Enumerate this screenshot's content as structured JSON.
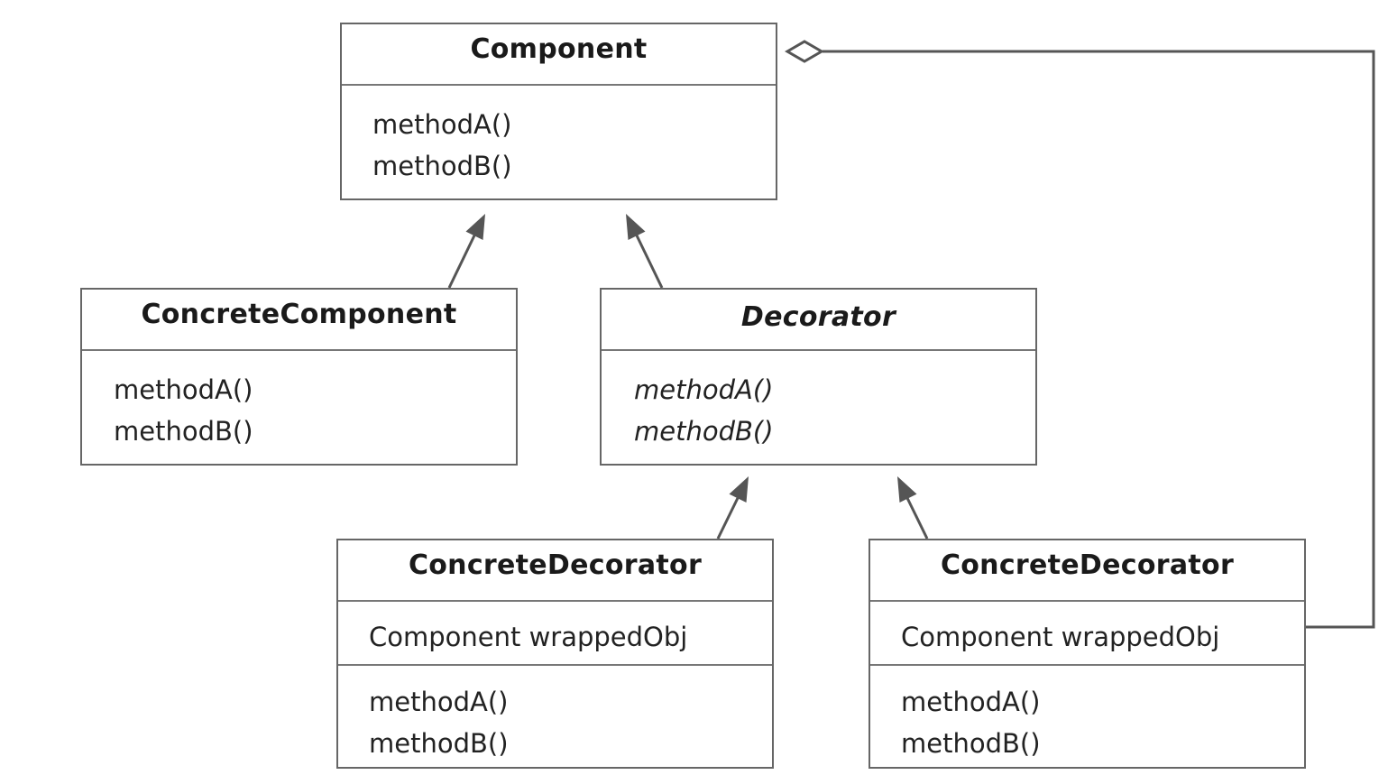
{
  "classes": {
    "component": {
      "name": "Component",
      "methods": [
        "methodA()",
        "methodB()"
      ]
    },
    "concrete_component": {
      "name": "ConcreteComponent",
      "methods": [
        "methodA()",
        "methodB()"
      ]
    },
    "decorator": {
      "name": "Decorator",
      "abstract": true,
      "methods": [
        "methodA()",
        "methodB()"
      ]
    },
    "concrete_decorator_a": {
      "name": "ConcreteDecorator",
      "attributes": [
        "Component wrappedObj"
      ],
      "methods": [
        "methodA()",
        "methodB()"
      ]
    },
    "concrete_decorator_b": {
      "name": "ConcreteDecorator",
      "attributes": [
        "Component wrappedObj"
      ],
      "methods": [
        "methodA()",
        "methodB()"
      ]
    }
  },
  "relationships": [
    {
      "type": "inheritance",
      "from": "ConcreteComponent",
      "to": "Component"
    },
    {
      "type": "inheritance",
      "from": "Decorator",
      "to": "Component"
    },
    {
      "type": "inheritance",
      "from": "ConcreteDecorator",
      "to": "Decorator"
    },
    {
      "type": "inheritance",
      "from": "ConcreteDecorator",
      "to": "Decorator"
    },
    {
      "type": "aggregation",
      "from": "ConcreteDecorator",
      "to": "Component"
    }
  ],
  "colors": {
    "box_border": "#666666",
    "arrow": "#555555",
    "text": "#1a1a1a"
  }
}
